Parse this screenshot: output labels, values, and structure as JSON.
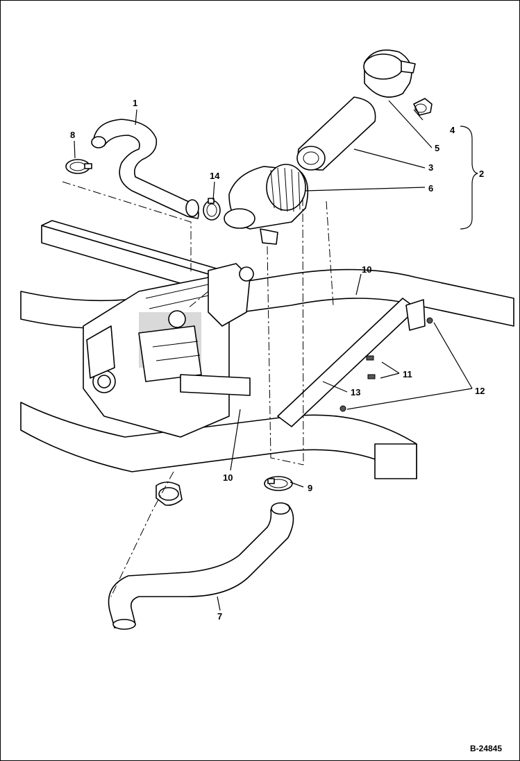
{
  "callouts": {
    "c1": "1",
    "c2": "2",
    "c3": "3",
    "c4": "4",
    "c5": "5",
    "c6": "6",
    "c7": "7",
    "c8": "8",
    "c9": "9",
    "c10a": "10",
    "c10b": "10",
    "c11": "11",
    "c12": "12",
    "c13": "13",
    "c14": "14"
  },
  "document_number": "B-24845"
}
